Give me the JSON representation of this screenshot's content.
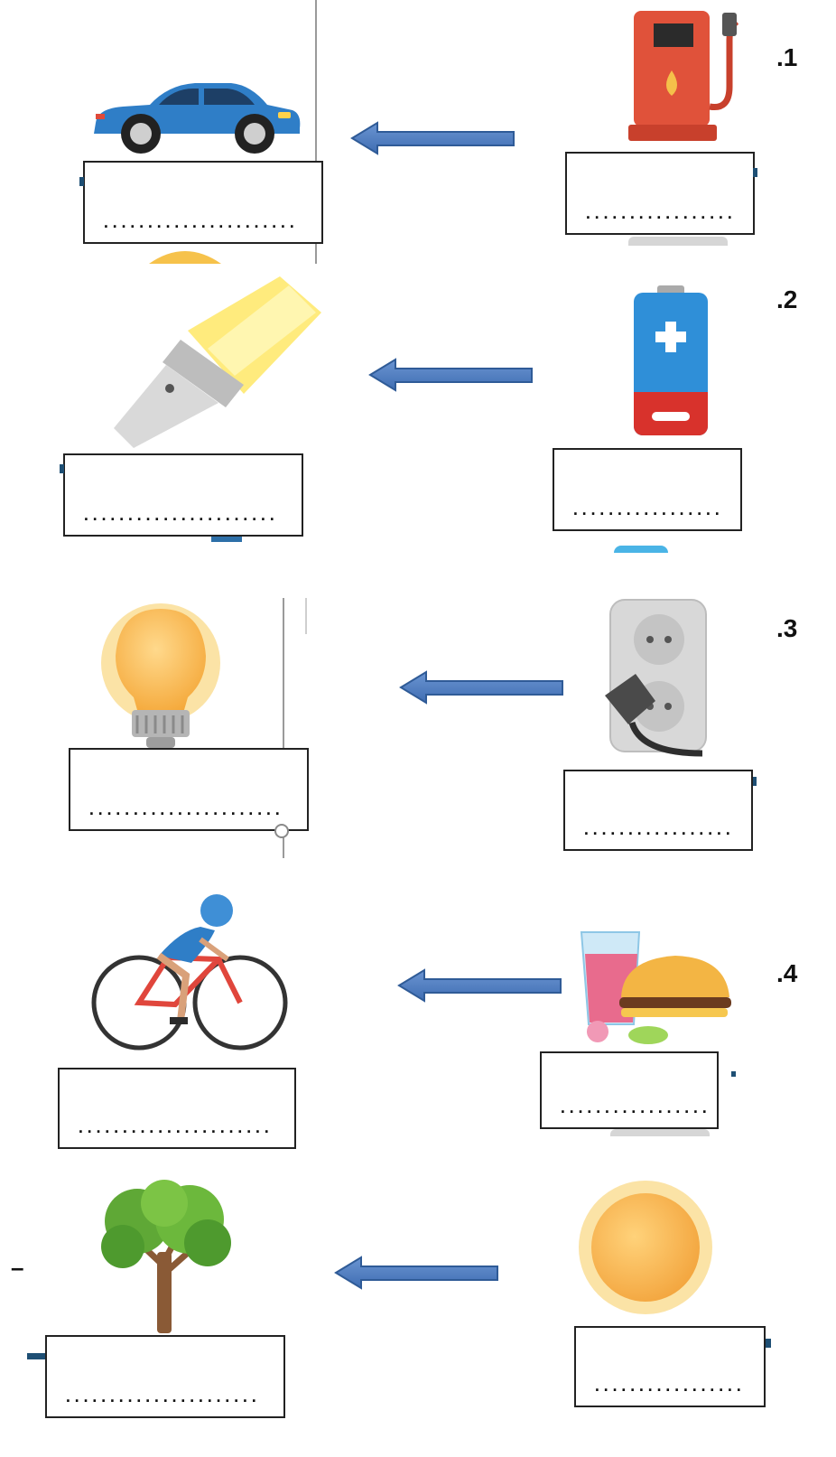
{
  "rows": [
    {
      "number": ".1",
      "left_answer": "......................",
      "right_answer": ".................",
      "left_icon": "car-icon",
      "right_icon": "fuel-pump-icon"
    },
    {
      "number": ".2",
      "left_answer": "......................",
      "right_answer": ".................",
      "left_icon": "flashlight-icon",
      "right_icon": "battery-icon"
    },
    {
      "number": ".3",
      "left_answer": "......................",
      "right_answer": ".................",
      "left_icon": "light-bulb-icon",
      "right_icon": "power-socket-icon"
    },
    {
      "number": ".4",
      "left_answer": "......................",
      "right_answer": ".................",
      "left_icon": "cyclist-icon",
      "right_icon": "food-icon"
    },
    {
      "number": "",
      "left_answer": "......................",
      "right_answer": ".................",
      "left_icon": "tree-icon",
      "right_icon": "sun-icon"
    }
  ],
  "dash_mark": "–",
  "colors": {
    "arrow_fill": "#4f7ec2",
    "arrow_stroke": "#2f5b97",
    "box_border": "#222222"
  }
}
